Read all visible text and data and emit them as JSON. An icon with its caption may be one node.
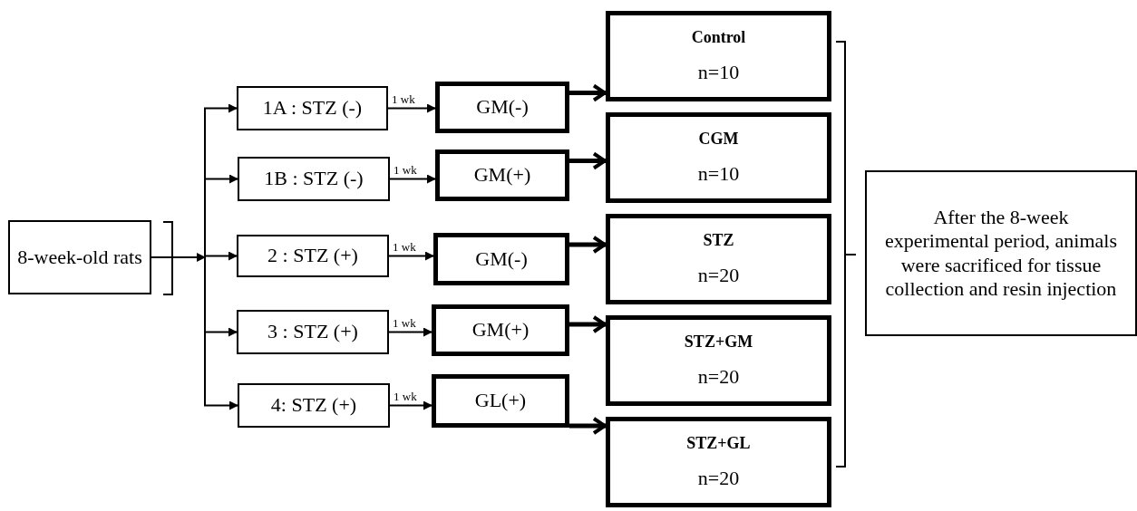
{
  "diagram": {
    "nodes": [
      {
        "text": [
          "8-week-old rats"
        ]
      },
      {
        "text": [
          "1A : STZ (-)"
        ]
      },
      {
        "text": [
          "1B : STZ (-)"
        ]
      },
      {
        "text": [
          "2 : STZ (+)"
        ]
      },
      {
        "text": [
          "3 : STZ (+)"
        ]
      },
      {
        "text": [
          "4: STZ (+)"
        ]
      },
      {
        "text": [
          "GM(-)"
        ]
      },
      {
        "text": [
          "GM(+)"
        ]
      },
      {
        "text": [
          "GM(-)"
        ]
      },
      {
        "text": [
          "GM(+)"
        ]
      },
      {
        "text": [
          "GL(+)"
        ]
      },
      {
        "text": [
          "Control",
          "n=10"
        ]
      },
      {
        "text": [
          "CGM",
          "n=10"
        ]
      },
      {
        "text": [
          "STZ",
          "n=20"
        ]
      },
      {
        "text": [
          "STZ+GM",
          "n=20"
        ]
      },
      {
        "text": [
          "STZ+GL",
          "n=20"
        ]
      },
      {
        "text": [
          "After the 8-week experimental period, animals were sacrificed for tissue collection and resin injection"
        ]
      }
    ],
    "edges": [
      {
        "from": 0,
        "to": 1,
        "arrow": "to"
      },
      {
        "from": 0,
        "to": 2,
        "arrow": "to"
      },
      {
        "from": 0,
        "to": 3,
        "arrow": "to"
      },
      {
        "from": 0,
        "to": 4,
        "arrow": "to"
      },
      {
        "from": 0,
        "to": 5,
        "arrow": "to"
      },
      {
        "from": 1,
        "to": 6,
        "arrow": "to",
        "label": "1 wk"
      },
      {
        "from": 2,
        "to": 7,
        "arrow": "to",
        "label": "1 wk"
      },
      {
        "from": 3,
        "to": 8,
        "arrow": "to",
        "label": "1 wk"
      },
      {
        "from": 4,
        "to": 9,
        "arrow": "to",
        "label": "1 wk"
      },
      {
        "from": 5,
        "to": 10,
        "arrow": "to",
        "label": "1 wk"
      },
      {
        "from": 6,
        "to": 11,
        "arrow": "to",
        "style": "thick"
      },
      {
        "from": 7,
        "to": 12,
        "arrow": "to",
        "style": "thick"
      },
      {
        "from": 8,
        "to": 13,
        "arrow": "to",
        "style": "thick"
      },
      {
        "from": 9,
        "to": 14,
        "arrow": "to",
        "style": "thick"
      },
      {
        "from": 10,
        "to": 15,
        "arrow": "to",
        "style": "thick"
      }
    ]
  }
}
